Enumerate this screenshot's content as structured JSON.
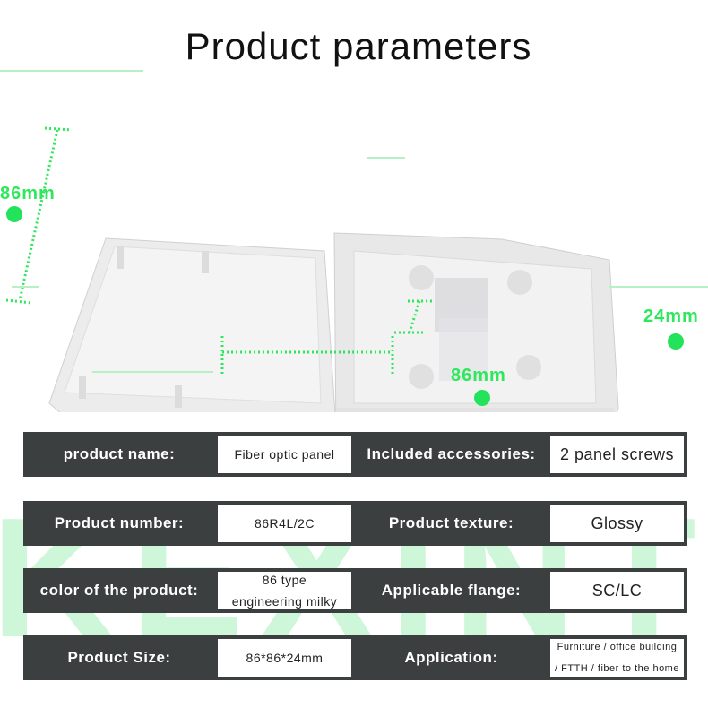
{
  "title": "Product parameters",
  "watermark": "KEXINT",
  "dimensions": {
    "height": "86mm",
    "width": "86mm",
    "depth": "24mm"
  },
  "colors": {
    "accent_green": "#22e35a",
    "label_bg": "#3b3f3f"
  },
  "specs": [
    {
      "label": "product name:",
      "value": "Fiber optic panel",
      "label2": "Included accessories:",
      "value2": "2 panel screws"
    },
    {
      "label": "Product number:",
      "value": "86R4L/2C",
      "label2": "Product texture:",
      "value2": "Glossy"
    },
    {
      "label": "color of the product:",
      "value_lines": [
        "86 type",
        "engineering milky"
      ],
      "label2": "Applicable flange:",
      "value2": "SC/LC"
    },
    {
      "label": "Product Size:",
      "value": "86*86*24mm",
      "label2": "Application:",
      "value2_lines": [
        "Furniture / office building",
        "/ FTTH / fiber to the home"
      ]
    }
  ]
}
